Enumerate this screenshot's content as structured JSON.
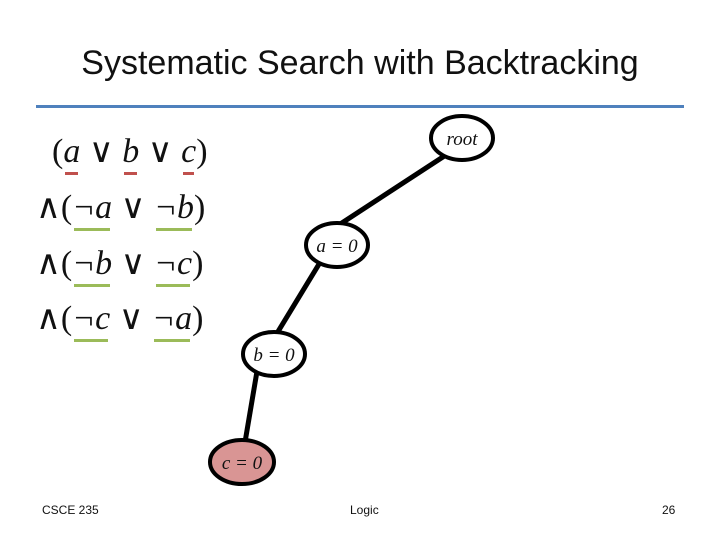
{
  "slide": {
    "title": "Systematic Search with Backtracking"
  },
  "formula": {
    "clauses": [
      {
        "prefix": "(",
        "literals": [
          {
            "text": "a",
            "color": "red"
          },
          {
            "sep": " ∨ "
          },
          {
            "text": "b",
            "color": "red"
          },
          {
            "sep": " ∨ "
          },
          {
            "text": "c",
            "color": "red"
          }
        ],
        "suffix": ")"
      },
      {
        "prefix": "∧(",
        "literals": [
          {
            "text": "¬a",
            "color": "green"
          },
          {
            "sep": " ∨ "
          },
          {
            "text": "¬b",
            "color": "green"
          }
        ],
        "suffix": ")"
      },
      {
        "prefix": "∧(",
        "literals": [
          {
            "text": "¬b",
            "color": "green"
          },
          {
            "sep": " ∨ "
          },
          {
            "text": "¬c",
            "color": "green"
          }
        ],
        "suffix": ")"
      },
      {
        "prefix": "∧(",
        "literals": [
          {
            "text": "¬c",
            "color": "green"
          },
          {
            "sep": " ∨ "
          },
          {
            "text": "¬a",
            "color": "green"
          }
        ],
        "suffix": ")"
      }
    ]
  },
  "tree": {
    "nodes": [
      {
        "id": "root",
        "label": "root",
        "fill": "#ffffff"
      },
      {
        "id": "a0",
        "label": "a = 0",
        "fill": "#ffffff"
      },
      {
        "id": "b0",
        "label": "b = 0",
        "fill": "#ffffff"
      },
      {
        "id": "c0",
        "label": "c = 0",
        "fill": "#d99594"
      }
    ],
    "edges": [
      [
        "root",
        "a0"
      ],
      [
        "a0",
        "b0"
      ],
      [
        "b0",
        "c0"
      ]
    ]
  },
  "footer": {
    "left": "CSCE 235",
    "center": "Logic",
    "page": "26"
  },
  "colors": {
    "accent_rule": "#4f81bd",
    "red_underline": "#c0504d",
    "green_underline": "#9bbb59",
    "failed_node": "#d99594"
  }
}
